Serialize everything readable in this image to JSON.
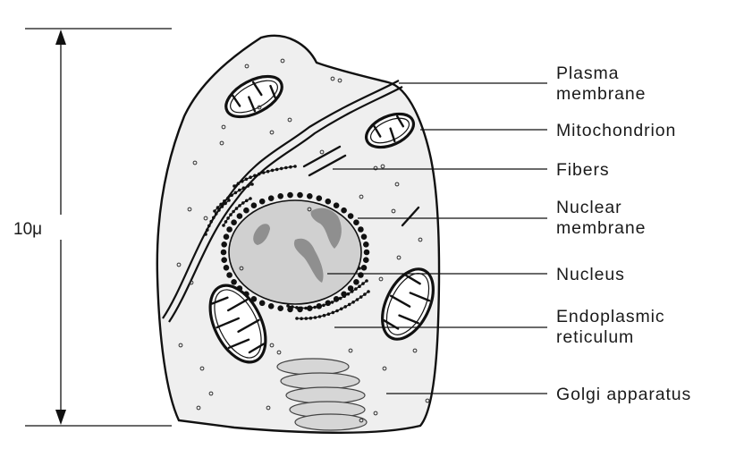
{
  "scale": {
    "label": "10μ"
  },
  "labels": {
    "plasma_membrane": [
      "Plasma",
      "membrane"
    ],
    "mitochondrion": [
      "Mitochondrion"
    ],
    "fibers": [
      "Fibers"
    ],
    "nuclear_membrane": [
      "Nuclear",
      "membrane"
    ],
    "nucleus": [
      "Nucleus"
    ],
    "endoplasmic_reticulum": [
      "Endoplasmic",
      "reticulum"
    ],
    "golgi_apparatus": [
      "Golgi apparatus"
    ]
  },
  "colors": {
    "cytoplasm": "#efefef",
    "nucleus": "#d0d0d0",
    "nucleolus": "#8f8f8f",
    "golgi": "#d6d6d6",
    "outline": "#111111"
  }
}
